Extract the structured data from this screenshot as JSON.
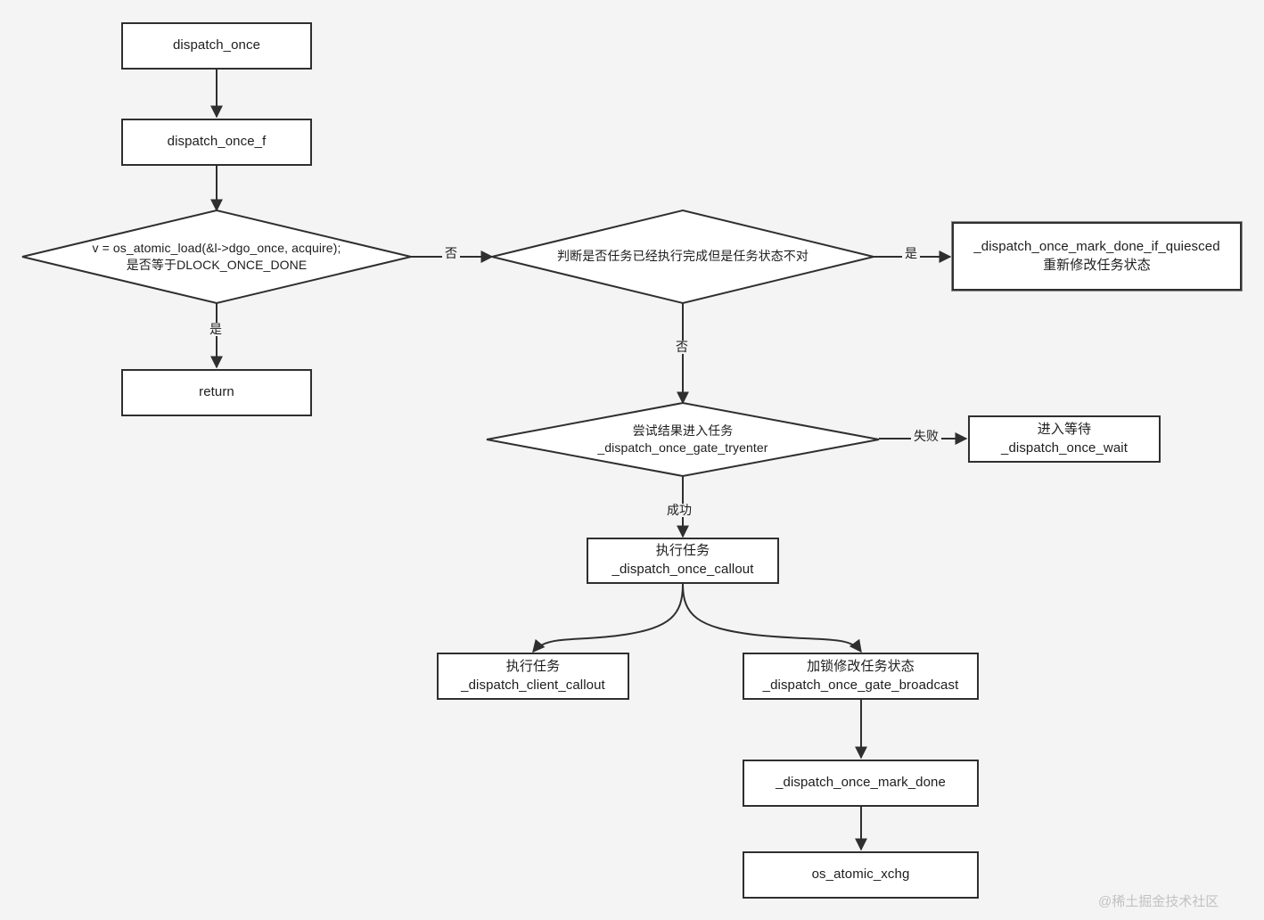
{
  "diagram": {
    "type": "flowchart",
    "title": "dispatch_once flow",
    "background_color": "#f4f4f4",
    "node_fill": "#ffffff",
    "node_stroke": "#2f2f2f",
    "text_color": "#1d1d1d",
    "nodes": [
      {
        "id": "n1",
        "shape": "box",
        "text": "dispatch_once"
      },
      {
        "id": "n2",
        "shape": "box",
        "text": "dispatch_once_f"
      },
      {
        "id": "n3",
        "shape": "diamond",
        "text": "v = os_atomic_load(&l->dgo_once, acquire);\n是否等于DLOCK_ONCE_DONE"
      },
      {
        "id": "n4",
        "shape": "box",
        "text": "return"
      },
      {
        "id": "n5",
        "shape": "diamond",
        "text": "判断是否任务已经执行完成但是任务状态不对"
      },
      {
        "id": "n6",
        "shape": "box",
        "text": "_dispatch_once_mark_done_if_quiesced\n重新修改任务状态"
      },
      {
        "id": "n7",
        "shape": "diamond",
        "text": "尝试结果进入任务\n_dispatch_once_gate_tryenter"
      },
      {
        "id": "n8",
        "shape": "box",
        "text": "进入等待\n_dispatch_once_wait"
      },
      {
        "id": "n9",
        "shape": "box",
        "text": "执行任务\n_dispatch_once_callout"
      },
      {
        "id": "n10",
        "shape": "box",
        "text": "执行任务\n_dispatch_client_callout"
      },
      {
        "id": "n11",
        "shape": "box",
        "text": "加锁修改任务状态\n_dispatch_once_gate_broadcast"
      },
      {
        "id": "n12",
        "shape": "box",
        "text": "_dispatch_once_mark_done"
      },
      {
        "id": "n13",
        "shape": "box",
        "text": "os_atomic_xchg"
      }
    ],
    "edges": [
      {
        "from": "n1",
        "to": "n2",
        "label": ""
      },
      {
        "from": "n2",
        "to": "n3",
        "label": ""
      },
      {
        "from": "n3",
        "to": "n5",
        "label": "否"
      },
      {
        "from": "n3",
        "to": "n4",
        "label": "是"
      },
      {
        "from": "n5",
        "to": "n6",
        "label": "是"
      },
      {
        "from": "n5",
        "to": "n7",
        "label": "否"
      },
      {
        "from": "n7",
        "to": "n8",
        "label": "失败"
      },
      {
        "from": "n7",
        "to": "n9",
        "label": "成功"
      },
      {
        "from": "n9",
        "to": "n10",
        "label": ""
      },
      {
        "from": "n9",
        "to": "n11",
        "label": ""
      },
      {
        "from": "n11",
        "to": "n12",
        "label": ""
      },
      {
        "from": "n12",
        "to": "n13",
        "label": ""
      }
    ],
    "edge_labels": {
      "no": "否",
      "yes": "是",
      "fail": "失败",
      "success": "成功"
    }
  },
  "watermark": {
    "text": "@稀土掘金技术社区",
    "color": "#c2c2c2"
  }
}
